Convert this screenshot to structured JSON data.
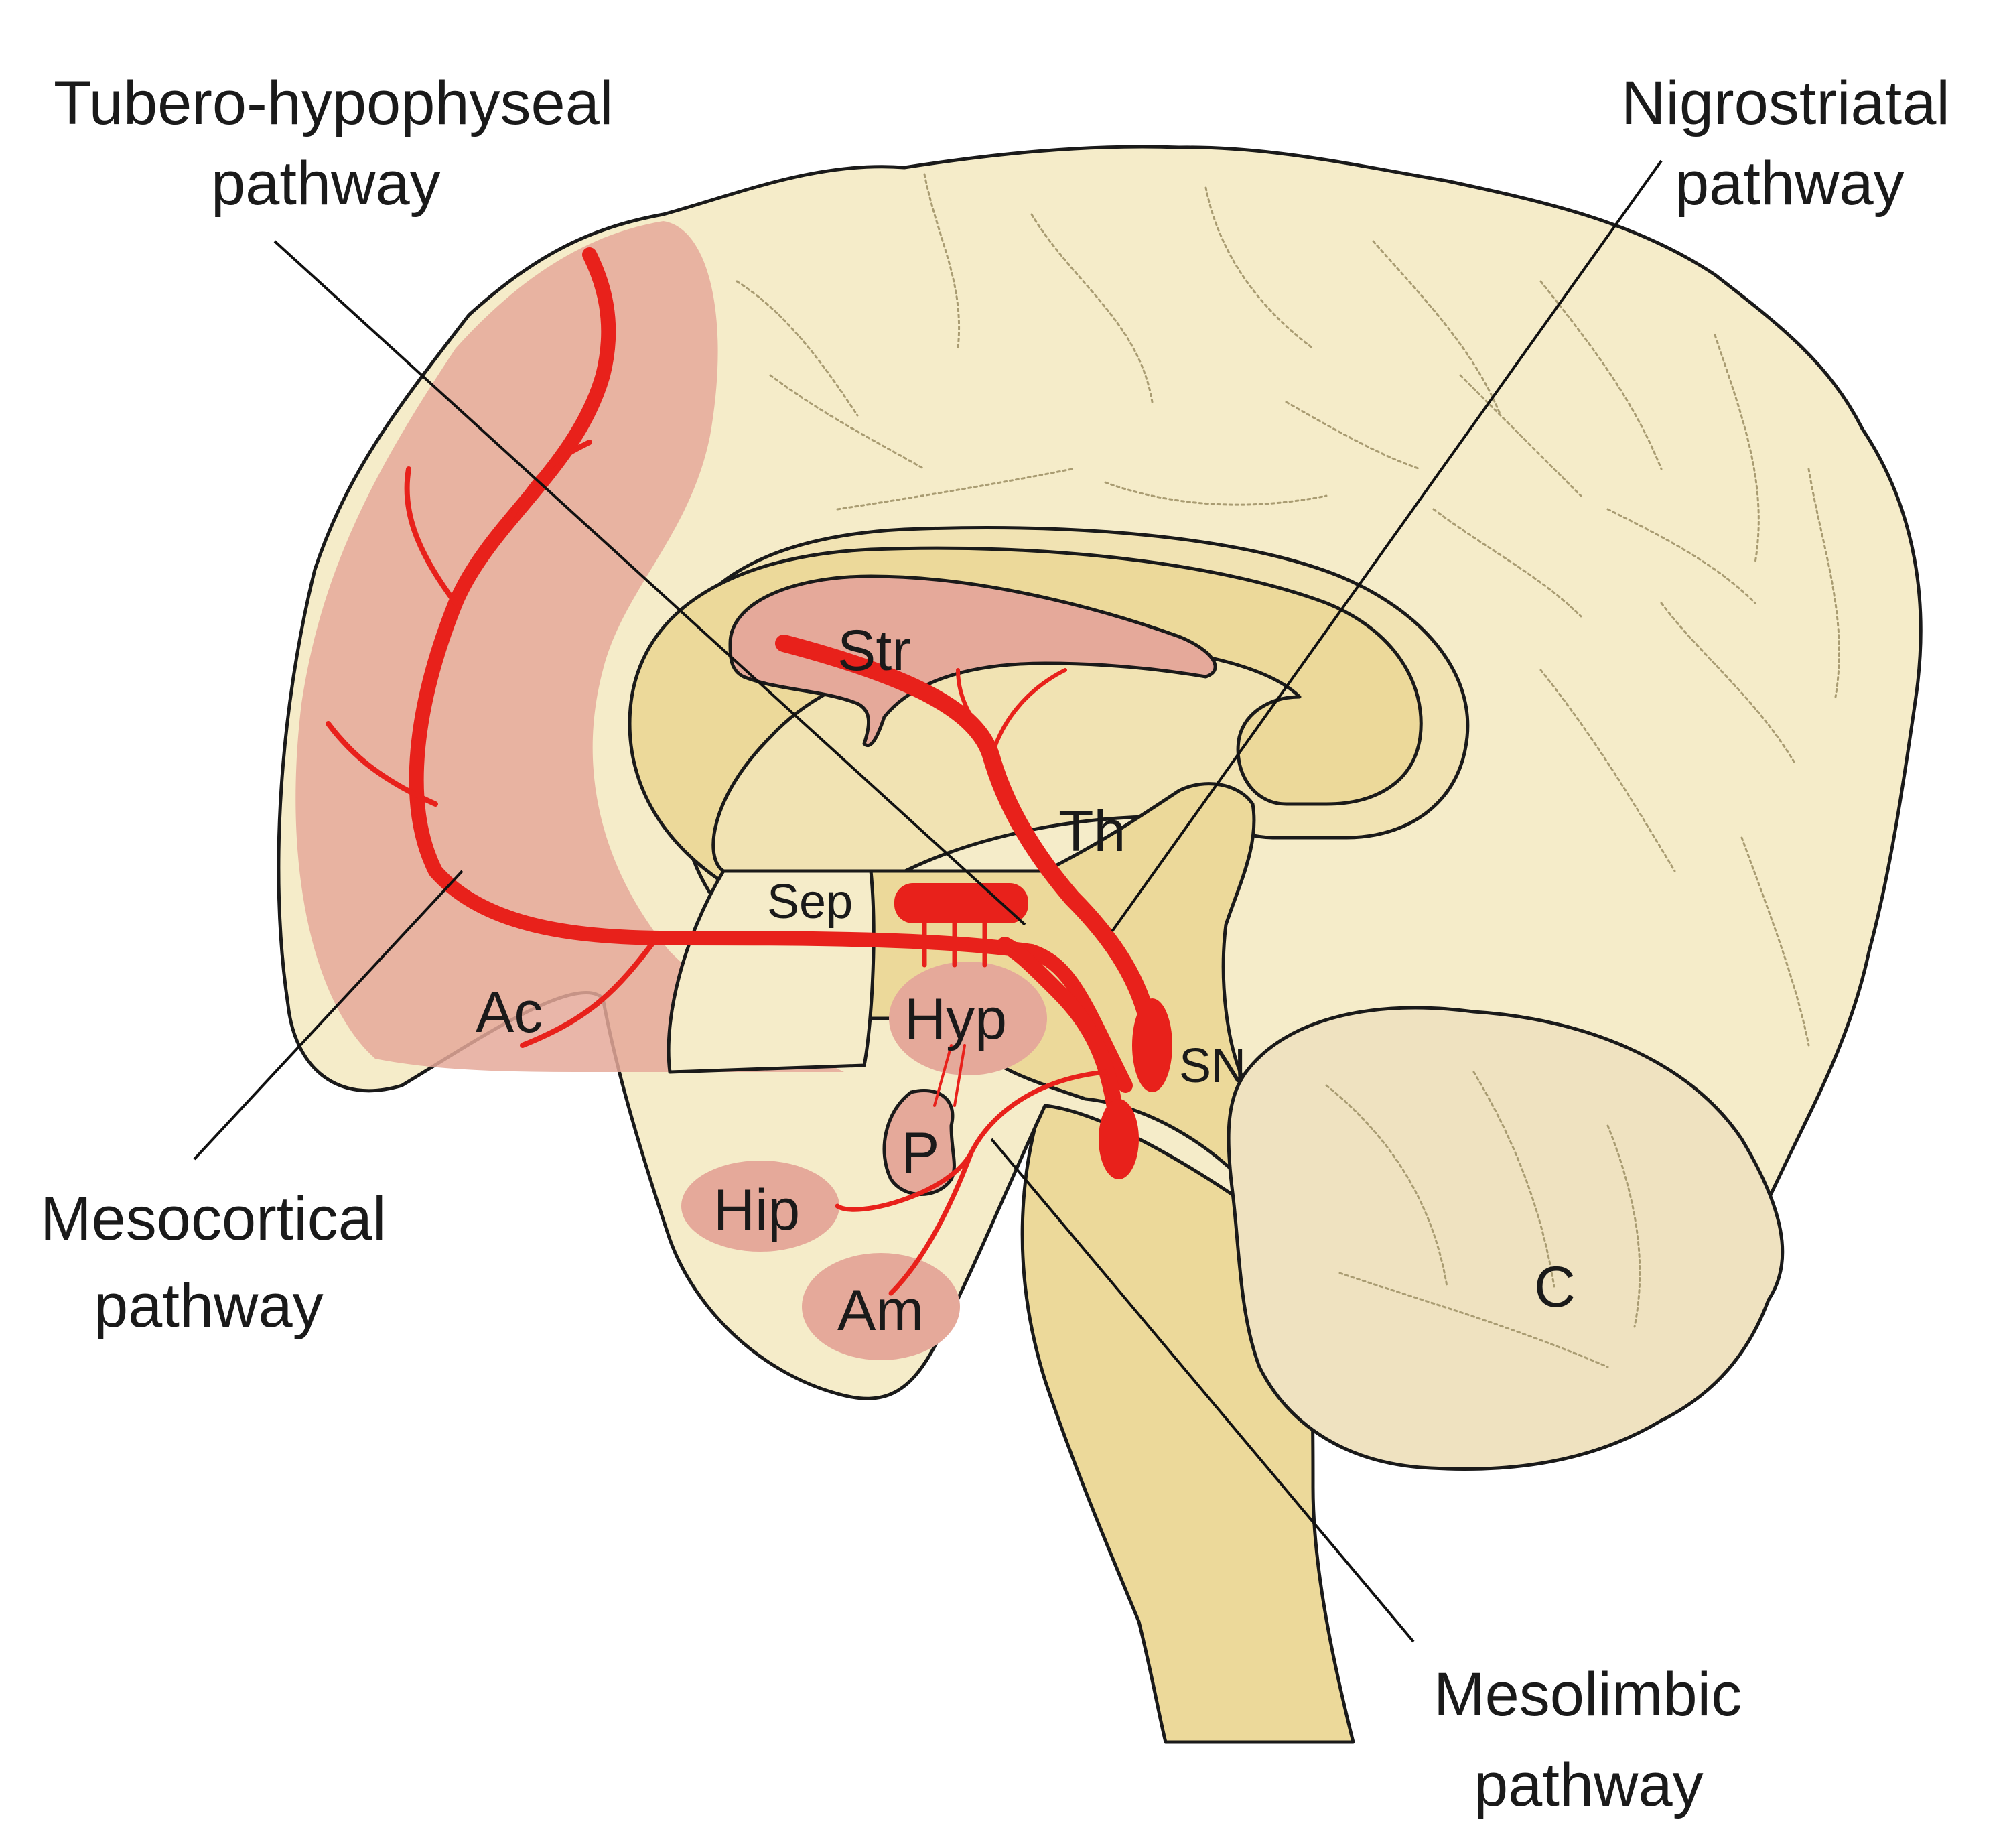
{
  "figure": {
    "labels": {
      "tubero_line1": "Tubero-hypophyseal",
      "tubero_line2": "pathway",
      "nigro_line1": "Nigrostriatal",
      "nigro_line2": "pathway",
      "mesocortical_line1": "Mesocortical",
      "mesocortical_line2": "pathway",
      "mesolimbic_line1": "Mesolimbic",
      "mesolimbic_line2": "pathway"
    },
    "regions": {
      "str": "Str",
      "th": "Th",
      "sep": "Sep",
      "ac": "Ac",
      "hyp": "Hyp",
      "sn": "SN",
      "p": "P",
      "hip": "Hip",
      "am": "Am",
      "c": "C"
    },
    "colors": {
      "cortex": "#f5ecc9",
      "deep_structures": "#ecd99a",
      "dopamine_target": "#e5a99a",
      "pathway": "#e8211b",
      "outline": "#1a1a1a"
    }
  }
}
